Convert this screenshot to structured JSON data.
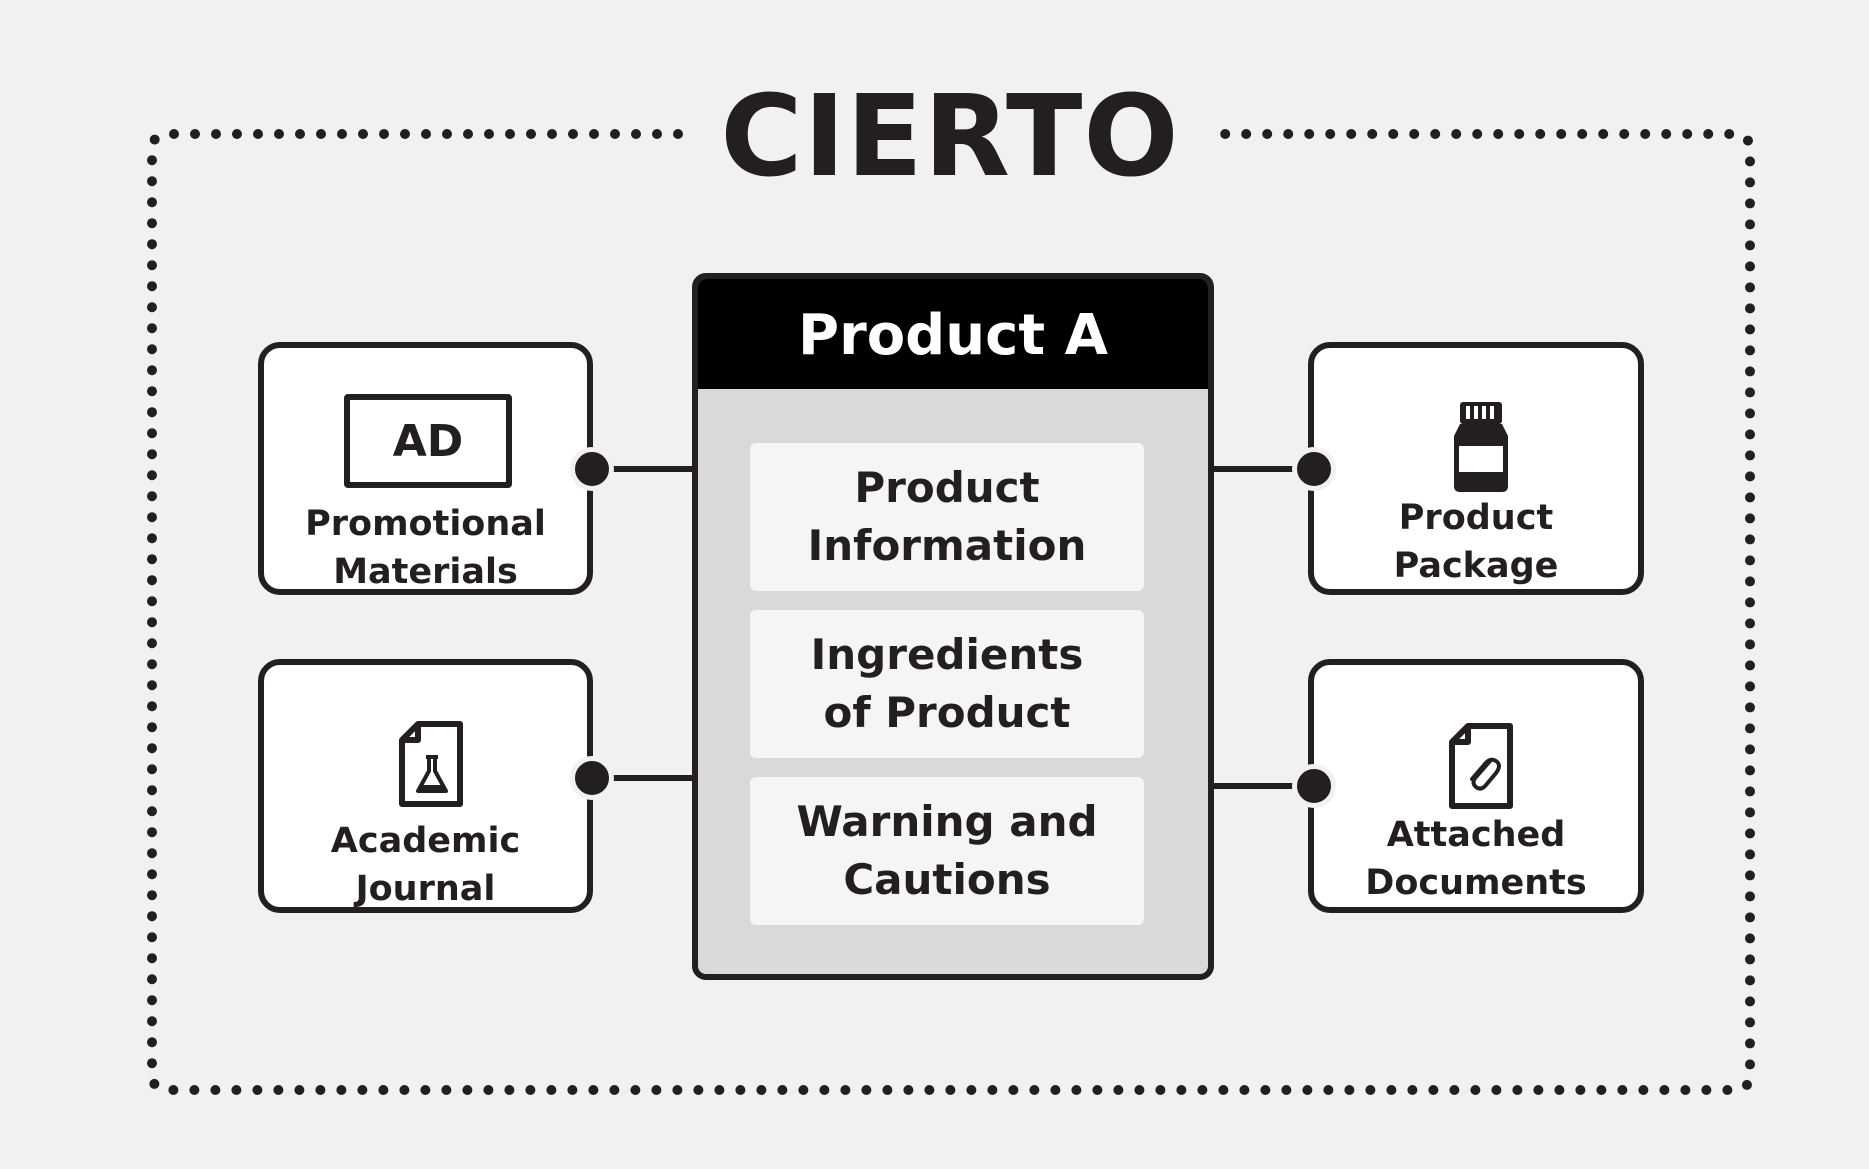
{
  "title": "CIERTO",
  "center": {
    "header": "Product A",
    "sections": [
      "Product\nInformation",
      "Ingredients\nof Product",
      "Warning and\nCautions"
    ]
  },
  "cards": {
    "promotional": {
      "badge": "AD",
      "label": "Promotional\nMaterials",
      "icon": "ad-badge-icon"
    },
    "journal": {
      "label": "Academic\nJournal",
      "icon": "document-flask-icon"
    },
    "package": {
      "label": "Product\nPackage",
      "icon": "medicine-bottle-icon"
    },
    "attached": {
      "label": "Attached\nDocuments",
      "icon": "document-paperclip-icon"
    }
  },
  "colors": {
    "background": "#f1f1f1",
    "ink": "#231f20",
    "header": "#000000",
    "panel": "#d9d9d9",
    "card": "#ffffff"
  }
}
